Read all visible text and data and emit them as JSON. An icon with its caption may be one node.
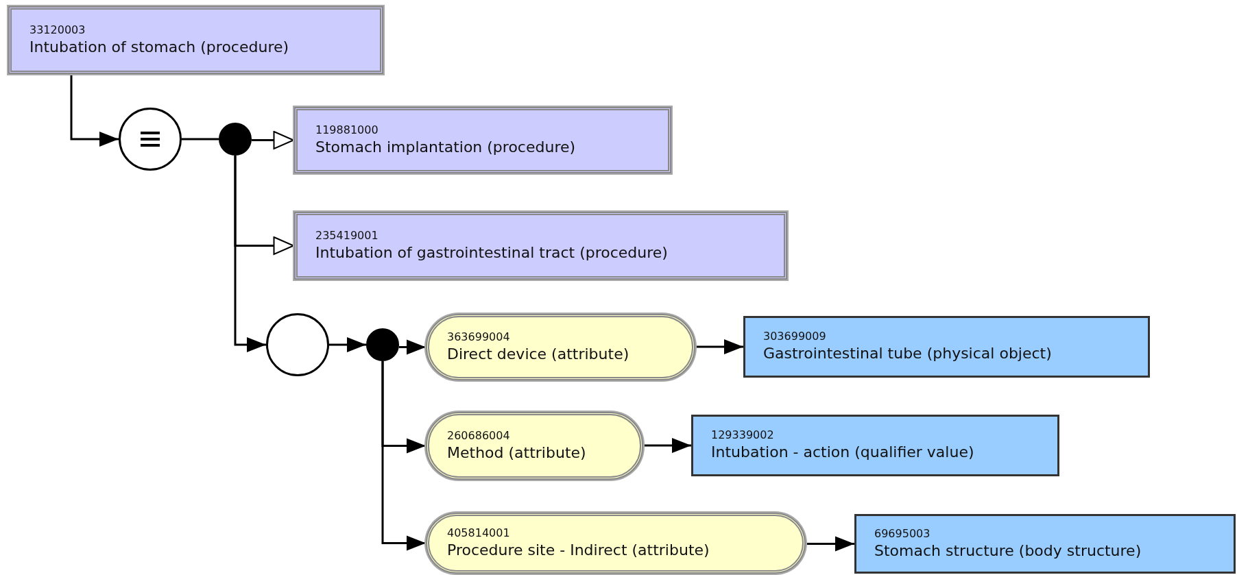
{
  "diagram": {
    "nodes": [
      {
        "text": [
          "33120003",
          "Intubation of stomach (procedure)"
        ]
      },
      {
        "text": [],
        "shape": "circle"
      },
      {
        "text": [],
        "shape": "circle"
      },
      {
        "text": [
          "119881000",
          "Stomach implantation (procedure)"
        ]
      },
      {
        "text": [
          "235419001",
          "Intubation of gastrointestinal tract (procedure)"
        ]
      },
      {
        "text": [],
        "shape": "circle"
      },
      {
        "text": [],
        "shape": "circle"
      },
      {
        "text": [
          "363699004",
          "Direct device (attribute)"
        ]
      },
      {
        "text": [
          "303699009",
          "Gastrointestinal tube (physical object)"
        ]
      },
      {
        "text": [
          "260686004",
          "Method (attribute)"
        ]
      },
      {
        "text": [
          "129339002",
          "Intubation - action (qualifier value)"
        ]
      },
      {
        "text": [
          "405814001",
          "Procedure site - Indirect (attribute)"
        ]
      },
      {
        "text": [
          "69695003",
          "Stomach structure (body structure)"
        ]
      }
    ],
    "edges": [
      {
        "from": 0,
        "to": 1,
        "arrow": "to"
      },
      {
        "from": 1,
        "to": 2,
        "arrow": "none"
      },
      {
        "from": 2,
        "to": 3,
        "arrow": "to"
      },
      {
        "from": 2,
        "to": 4,
        "arrow": "to"
      },
      {
        "from": 2,
        "to": 5,
        "arrow": "to"
      },
      {
        "from": 5,
        "to": 6,
        "arrow": "to"
      },
      {
        "from": 6,
        "to": 7,
        "arrow": "to"
      },
      {
        "from": 6,
        "to": 9,
        "arrow": "to"
      },
      {
        "from": 6,
        "to": 11,
        "arrow": "to"
      },
      {
        "from": 7,
        "to": 8,
        "arrow": "to"
      },
      {
        "from": 9,
        "to": 10,
        "arrow": "to"
      },
      {
        "from": 11,
        "to": 12,
        "arrow": "to"
      }
    ]
  }
}
